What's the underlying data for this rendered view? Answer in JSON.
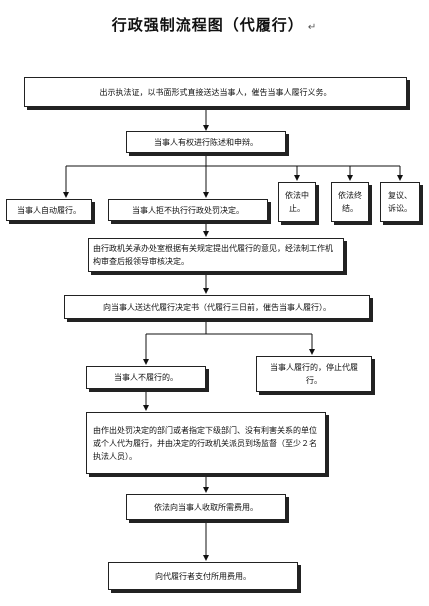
{
  "title": "行政强制流程图（代履行）",
  "title_mark": "↵",
  "steps": {
    "notice": "出示执法证，以书面形式直接送达当事人，催告当事人履行义务。",
    "defense": "当事人有权进行陈述和申辩。",
    "self_perform": "当事人自动履行。",
    "refuse": "当事人拒不执行行政处罚决定。",
    "suspend": "依法中止。",
    "terminate": "依法终结。",
    "review": "复议、诉讼。",
    "draft": "由行政机关承办处室根据有关规定提出代履行的意见，经法制工作机构审查后报领导审核决定。",
    "deliver": "向当事人送达代履行决定书（代履行三日前，催告当事人履行）。",
    "not_perform": "当事人不履行的。",
    "stop": "当事人履行的，停止代履行。",
    "execute": "由作出处罚决定的部门或者指定下级部门、没有利害关系的单位或个人代为履行，并由决定的行政机关派员到场监督（至少２名执法人员）。",
    "collect": "依法向当事人收取所需费用。",
    "pay": "向代履行者支付所用费用。"
  }
}
